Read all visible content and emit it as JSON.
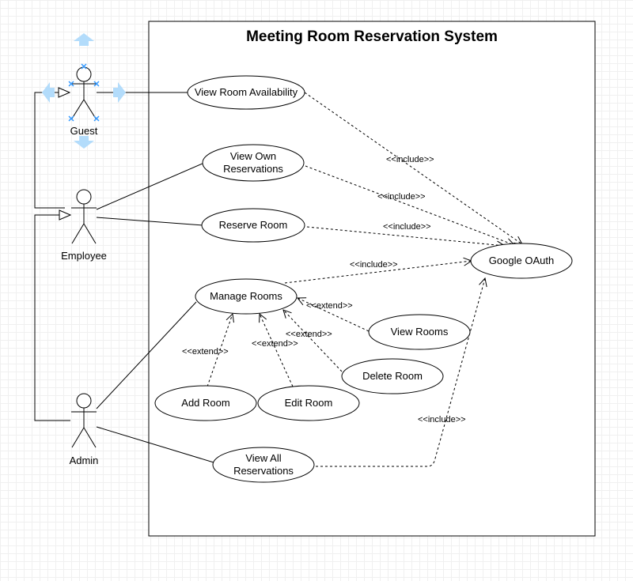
{
  "system": {
    "title": "Meeting Room Reservation System"
  },
  "actors": {
    "guest": "Guest",
    "employee": "Employee",
    "admin": "Admin"
  },
  "use_cases": {
    "view_room_availability": "View Room Availability",
    "view_own_reservations": [
      "View Own",
      "Reservations"
    ],
    "reserve_room": "Reserve Room",
    "google_oauth": "Google OAuth",
    "manage_rooms": "Manage Rooms",
    "view_rooms": "View Rooms",
    "delete_room": "Delete Room",
    "add_room": "Add Room",
    "edit_room": "Edit Room",
    "view_all_reservations": [
      "View All",
      "Reservations"
    ]
  },
  "stereotypes": {
    "include": "<<include>>",
    "extend": "<<extend>>"
  },
  "colors": {
    "line": "#000000",
    "selection_handle": "#3399ff",
    "selection_arrow": "#b3dcfb"
  }
}
